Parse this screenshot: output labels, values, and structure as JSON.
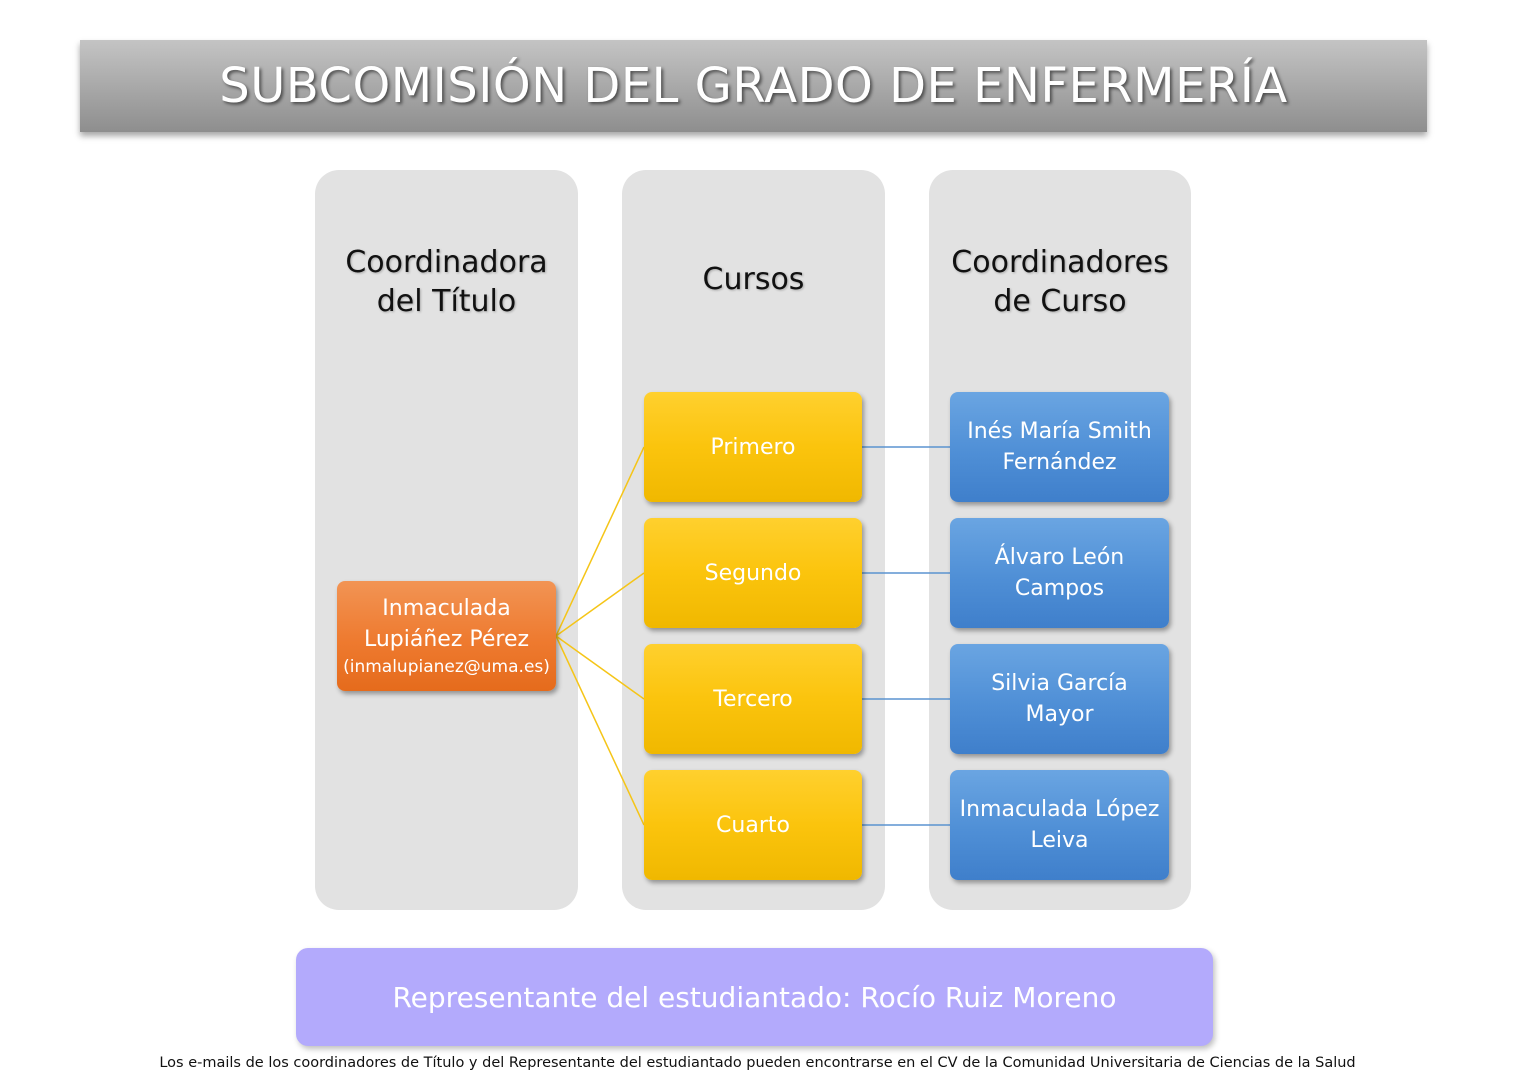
{
  "title": "SUBCOMISIÓN DEL GRADO DE ENFERMERÍA",
  "columns": {
    "coordinator": {
      "header": [
        "Coordinadora",
        "del Título"
      ]
    },
    "courses": {
      "header": [
        "Cursos"
      ]
    },
    "course_coordinators": {
      "header": [
        "Coordinadores",
        "de Curso"
      ]
    }
  },
  "title_coordinator": {
    "name_lines": [
      "Inmaculada",
      "Lupiáñez Pérez"
    ],
    "email": "(inmalupianez@uma.es)"
  },
  "courses": [
    "Primero",
    "Segundo",
    "Tercero",
    "Cuarto"
  ],
  "course_coordinators": [
    [
      "Inés María Smith",
      "Fernández"
    ],
    [
      "Álvaro León",
      "Campos"
    ],
    [
      "Silvia García",
      "Mayor"
    ],
    [
      "Inmaculada López",
      "Leiva"
    ]
  ],
  "student_representative": "Representante del estudiantado: Rocío Ruiz Moreno",
  "footnote": "Los e-mails de los coordinadores de Título y del Representante del estudiantado pueden encontrarse en el CV de la Comunidad Universitaria de Ciencias de la Salud",
  "colors": {
    "title_bar": "#a9a9a9",
    "column_bg": "#e2e2e2",
    "coordinator_box": "#ee7a2f",
    "course_box": "#fbc40d",
    "course_coordinator_box": "#4f8fd6",
    "yellow_connector": "#f5c518",
    "blue_connector": "#5b93d0",
    "representative_bar": "#b3aafc"
  }
}
